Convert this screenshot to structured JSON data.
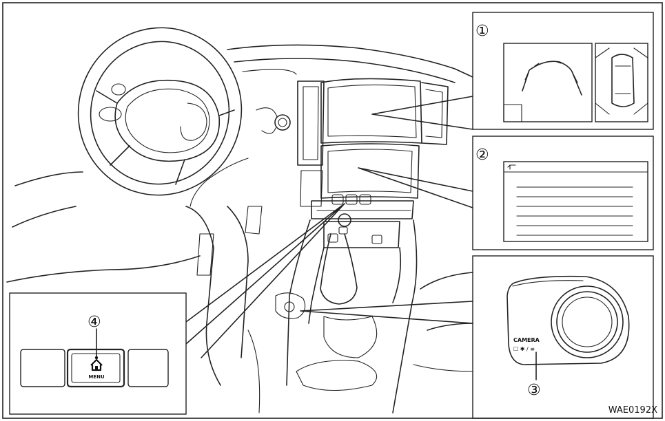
{
  "callouts": {
    "c1": "①",
    "c2": "②",
    "c3": "③",
    "c4": "④"
  },
  "labels": {
    "menu_button": "MENU",
    "camera_button": "CAMERA",
    "camera_symbols": "☐ ✱ / ≡"
  },
  "figure_code": "WAE0192X"
}
